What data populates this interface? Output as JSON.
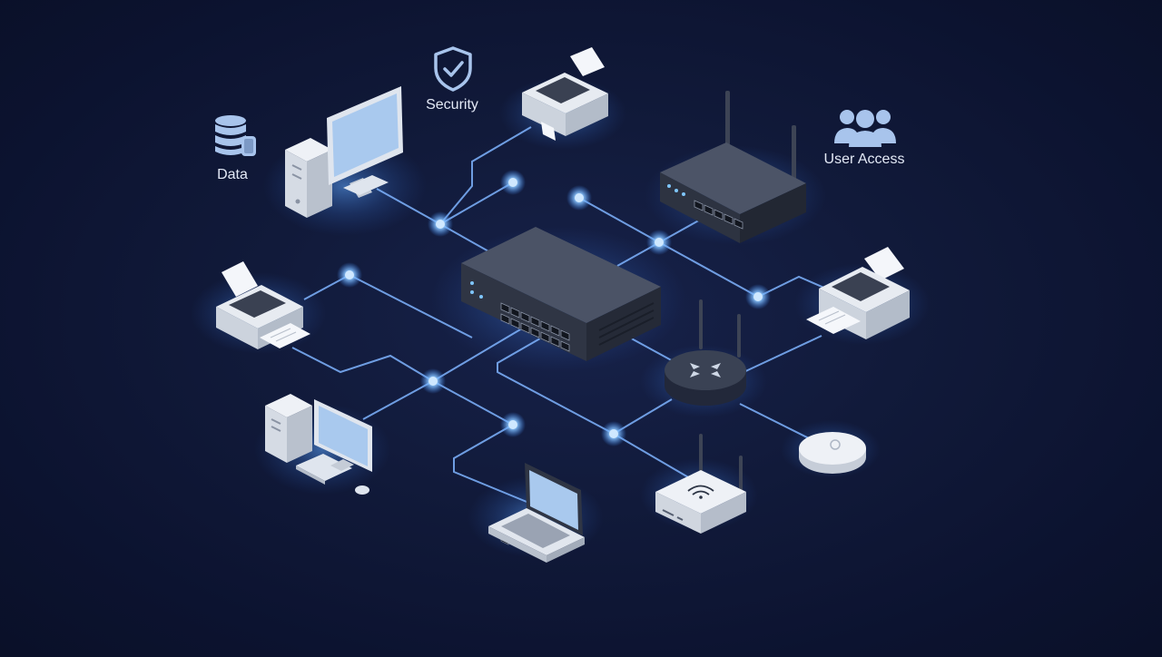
{
  "labels": {
    "data": "Data",
    "security": "Security",
    "user_access": "User Access"
  },
  "icons": [
    "database-icon",
    "shield-check-icon",
    "users-icon"
  ],
  "colors": {
    "background": "#0e1530",
    "link": "#7fb4ff",
    "node": "#9fd0ff",
    "device_light": "#dfe5ee",
    "device_dark": "#3a4152",
    "screen": "#a9c9ee",
    "icon": "#a8c4ec"
  },
  "devices": [
    "central-switch",
    "desktop-computer-top",
    "printer-top",
    "router-top-right",
    "printer-left",
    "printer-right",
    "router-wireless-center",
    "desktop-computer-bottom",
    "laptop",
    "wifi-router",
    "access-point"
  ]
}
